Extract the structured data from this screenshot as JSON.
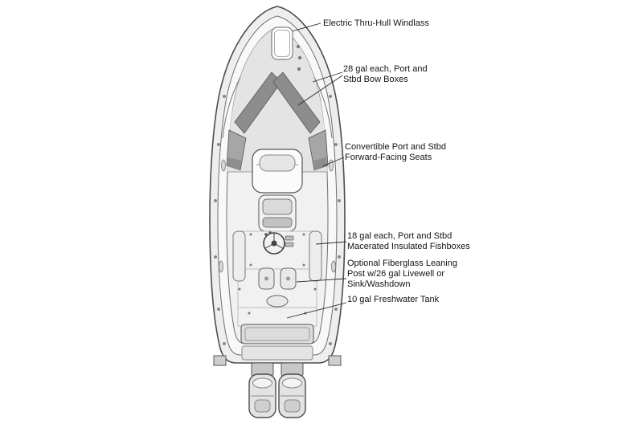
{
  "diagram": {
    "type": "boat-deck-plan",
    "callouts": [
      {
        "id": "windlass",
        "text": "Electric Thru-Hull Windlass"
      },
      {
        "id": "bow-boxes",
        "text": "28 gal each, Port and\nStbd Bow Boxes"
      },
      {
        "id": "forward-seats",
        "text": "Convertible Port and Stbd\nForward-Facing Seats"
      },
      {
        "id": "fishboxes",
        "text": "18 gal each, Port and Stbd\nMacerated Insulated Fishboxes"
      },
      {
        "id": "leaning-post",
        "text": "Optional Fiberglass Leaning\nPost w/26 gal Livewell or\nSink/Washdown"
      },
      {
        "id": "freshwater-tank",
        "text": "10 gal Freshwater Tank"
      }
    ],
    "colors": {
      "ink": "#2b2b2b",
      "outline": "#4d4d4d",
      "shade_dark": "#8d8d8d",
      "shade_mid": "#c7c7c7",
      "shade_light": "#e8e8e8",
      "background": "#ffffff"
    }
  }
}
